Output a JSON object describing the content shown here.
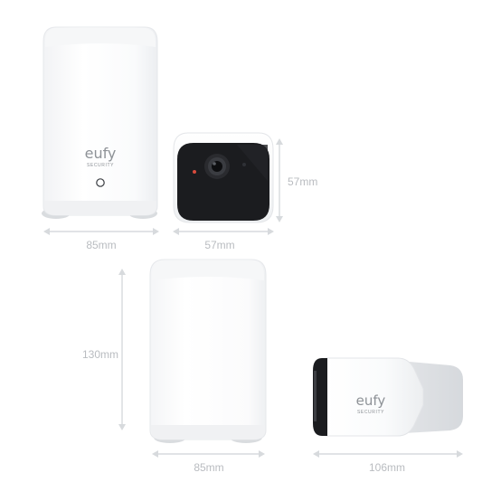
{
  "brand": {
    "logo_text": "eufy",
    "logo_subtext": "SECURITY"
  },
  "dimensions": {
    "top_base_width": "85mm",
    "top_camera_width": "57mm",
    "top_camera_height": "57mm",
    "bottom_base_height": "130mm",
    "bottom_base_width": "85mm",
    "bottom_camera_length": "106mm"
  },
  "colors": {
    "device_white": "#ffffff",
    "device_shadow": "#e9ebee",
    "camera_face": "#1b1c1f",
    "dimension_line": "#d7dadd",
    "dimension_text": "#b9bcc0",
    "logo": "#8e9297"
  }
}
